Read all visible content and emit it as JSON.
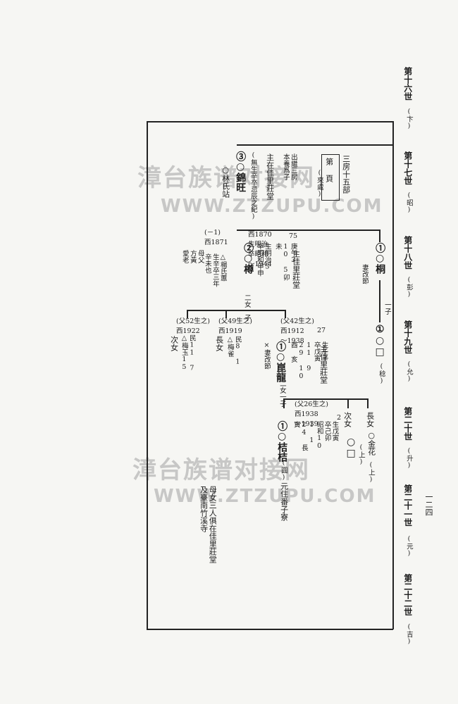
{
  "generations": [
    {
      "label": "第十六世",
      "code": "(卞)"
    },
    {
      "label": "第十七世",
      "code": "(昭)"
    },
    {
      "label": "第十八世",
      "code": "(彭)"
    },
    {
      "label": "第十九世",
      "code": "(允)"
    },
    {
      "label": "第二十世",
      "code": "(升)"
    },
    {
      "label": "第二十一世",
      "code": "(元)"
    },
    {
      "label": "第二十二世",
      "code": "(吉)"
    }
  ],
  "page_number": "一二四",
  "watermarks": {
    "top_cn": "漳台族谱对接网",
    "top_url": "WWW.ZTZUPU.COM",
    "bottom_cn": "漳台族谱对接网",
    "bottom_url": "WWW.ZTZUPU.COM"
  },
  "header": {
    "branch": "三房十五部",
    "ref_box": "第 頁",
    "origin": "(來處)",
    "adopt": "出繼三房\n本養爲子",
    "residence": "主在佳里莊堂"
  },
  "gen17": {
    "number": "③",
    "name": "○錦旺",
    "note": "(無生辛卒忌辰之紀)",
    "spouse": "○林氏站",
    "birth_year": "(－1)\n西1871",
    "dates": "西1870\n生明治\n卒昭和\n～1944",
    "age": "75"
  },
  "gen18": {
    "b1_number": "②",
    "b1_name": "○樽",
    "b1_birth": "生明治3\n卒昭和甲申",
    "b1_dates": "庚午3\n10 5卯\n未",
    "b1_residence": "主佳里莊堂",
    "b1_wife": "△楊氏蕙\n生辛卒三年\n辛未也",
    "b1_parents": "母父\n方黃\n愛老",
    "b1_children": "二女一子",
    "b2_number": "①",
    "b2_name": "○桐",
    "b2_note": "妻改節",
    "b2_children": "一子"
  },
  "gen19": {
    "c1_meta": "(父52生之)\n西1922",
    "c1_role": "次女",
    "c1_detail": "民11 7\n△梅玉15",
    "c2_meta": "(父49生之)\n西1919",
    "c2_role": "長女",
    "c2_detail": "民8 1\n△梅雀",
    "c3_meta": "(父42生之)\n西1912\n～1938",
    "c3_age": "27",
    "c3_number": "①",
    "c3_name": "○崑龍",
    "c3_dates": "生壬子\n卒戊寅\n11 9\n29 10\n酉 亥",
    "c3_residence": "主佳里莊堂",
    "c3_note": "×妻改節",
    "c3_children": "二女一子",
    "c4_number": "①",
    "c4_name": "○□",
    "c4_code": "(稔)"
  },
  "gen20": {
    "d1_meta": "(父26生之)\n西1938\n～1939",
    "d1_age": "2",
    "d1_number": "①",
    "d1_name": "○桔桔",
    "d1_code": "(圓)",
    "d1_dates": "生戊寅\n卒己卯\n昭和10\n1 1\n24 長\n寅",
    "d1_residence": "元住番子寮",
    "d2_role": "次女",
    "d2_name": "○□",
    "d2_code": "(上)",
    "d3_role": "長女",
    "d3_name": "○金花",
    "d3_code": "(上)"
  },
  "footnote": "母女三人俱在佳里莊堂\n及臺南竹溪寺"
}
